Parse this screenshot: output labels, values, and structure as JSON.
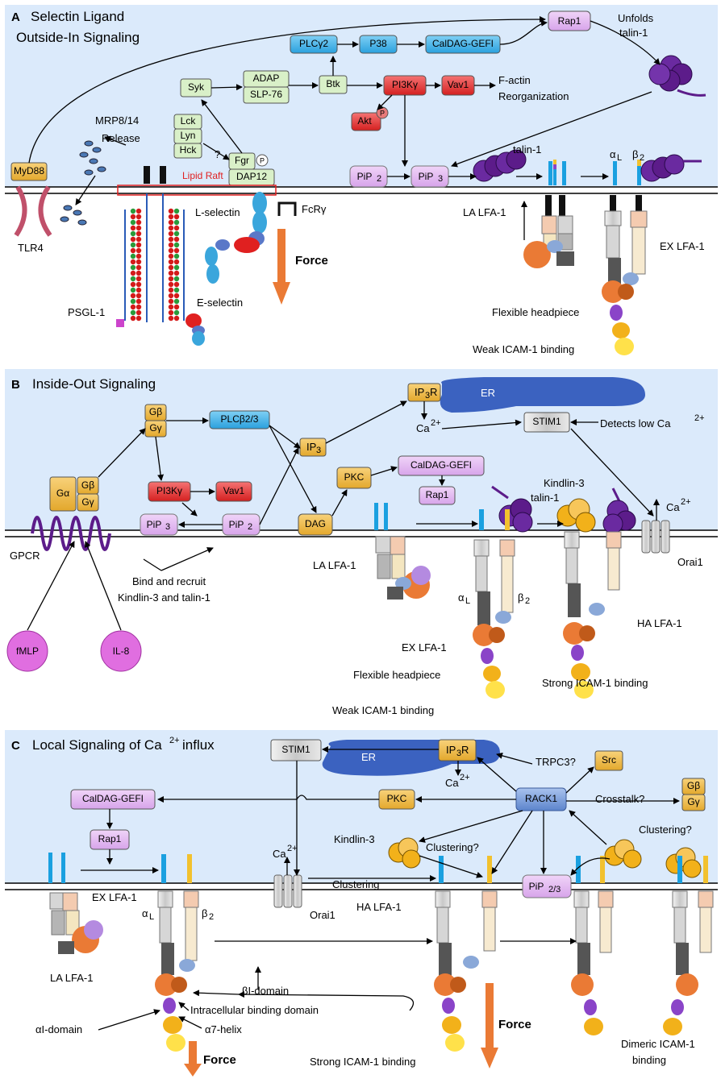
{
  "panels": {
    "a": {
      "letter": "A",
      "title_line1": "Selectin Ligand",
      "title_line2": "Outside-In Signaling",
      "nodes": {
        "rap1": "Rap1",
        "unfolds1": "Unfolds",
        "unfolds2": "talin-1",
        "plcg2": "PLCγ2",
        "p38": "P38",
        "caldag": "CalDAG-GEFI",
        "syk": "Syk",
        "adap": "ADAP",
        "slp76": "SLP-76",
        "btk": "Btk",
        "pi3k": "PI3Kγ",
        "vav1": "Vav1",
        "factin1": "F-actin",
        "factin2": "Reorganization",
        "akt": "Akt",
        "p": "P",
        "mrp1": "MRP8/14",
        "mrp2": "Release",
        "lck": "Lck",
        "lyn": "Lyn",
        "hck": "Hck",
        "question": "?",
        "fgr": "Fgr",
        "dap12": "DAP12",
        "myd88": "MyD88",
        "lipid_raft": "Lipid Raft",
        "pip2": "PiP",
        "pip2_sub": "2",
        "pip3": "PiP",
        "pip3_sub": "3",
        "talin1": "talin-1",
        "alpha_l": "α",
        "alpha_l_sub": "L",
        "beta2": "β",
        "beta2_sub": "2",
        "lselectin": "L-selectin",
        "fcr": "FcRγ",
        "tlr4": "TLR4",
        "force": "Force",
        "psgl1": "PSGL-1",
        "eselectin": "E-selectin",
        "la_lfa1": "LA LFA-1",
        "ex_lfa1": "EX LFA-1",
        "flex_head": "Flexible headpiece",
        "weak_icam": "Weak ICAM-1 binding"
      }
    },
    "b": {
      "letter": "B",
      "title": "Inside-Out Signaling",
      "nodes": {
        "ip3r": "IP",
        "ip3r_sub": "3",
        "ip3r_tail": "R",
        "er": "ER",
        "stim1": "STIM1",
        "detects": "Detects low Ca",
        "detects_sup": "2+",
        "ca": "Ca",
        "ca_sup": "2+",
        "gb": "Gβ",
        "gg": "Gγ",
        "plcb": "PLCβ2/3",
        "ip3": "IP",
        "ip3_sub": "3",
        "pkc": "PKC",
        "caldag": "CalDAG-GEFI",
        "ga": "Gα",
        "pi3k": "PI3Kγ",
        "vav1": "Vav1",
        "rap1": "Rap1",
        "kindlin3": "Kindlin-3",
        "talin1": "talin-1",
        "ca2": "Ca",
        "ca2_sup": "2+",
        "pip3": "PiP",
        "pip3_sub": "3",
        "pip2": "PiP",
        "pip2_sub": "2",
        "dag": "DAG",
        "gpcr": "GPCR",
        "orai1": "Orai1",
        "bind1": "Bind and recruit",
        "bind2": "Kindlin-3 and talin-1",
        "la_lfa1": "LA LFA-1",
        "alpha_l": "α",
        "alpha_l_sub": "L",
        "beta2": "β",
        "beta2_sub": "2",
        "ha_lfa1": "HA LFA-1",
        "fmlp": "fMLP",
        "il8": "IL-8",
        "ex_lfa1": "EX LFA-1",
        "flex_head": "Flexible headpiece",
        "strong_icam": "Strong ICAM-1 binding",
        "weak_icam": "Weak ICAM-1 binding"
      }
    },
    "c": {
      "letter": "C",
      "title": "Local Signaling of Ca",
      "title_sup": "2+",
      "title_tail": " influx",
      "nodes": {
        "stim1": "STIM1",
        "er": "ER",
        "ip3r": "IP",
        "ip3r_sub": "3",
        "ip3r_tail": "R",
        "trpc3": "TRPC3?",
        "src": "Src",
        "ca_er": "Ca",
        "ca_er_sup": "2+",
        "caldag": "CalDAG-GEFI",
        "pkc": "PKC",
        "rack1": "RACK1",
        "crosstalk": "Crosstalk?",
        "gb": "Gβ",
        "gg": "Gγ",
        "rap1": "Rap1",
        "kindlin3": "Kindlin-3",
        "clustering_q1": "Clustering?",
        "clustering_q2": "Clustering?",
        "ca": "Ca",
        "ca_sup": "2+",
        "clustering": "Clustering",
        "pip23": "PiP",
        "pip23_sub": "2/3",
        "ex_lfa1": "EX LFA-1",
        "orai1": "Orai1",
        "ha_lfa1": "HA LFA-1",
        "alpha_l": "α",
        "alpha_l_sub": "L",
        "beta2": "β",
        "beta2_sub": "2",
        "la_lfa1": "LA LFA-1",
        "bi_domain": "βI-domain",
        "intracellular": "Intracellular binding domain",
        "ai_domain": "αI-domain",
        "a7_helix": "α7-helix",
        "force1": "Force",
        "force2": "Force",
        "strong_icam": "Strong ICAM-1 binding",
        "dimeric1": "Dimeric ICAM-1",
        "dimeric2": "binding"
      }
    }
  },
  "colors": {
    "panel_bg": "#dbeafb",
    "green_box": "#d9f0c8",
    "blue_box": "#4fb3e6",
    "red_box": "#e83a3a",
    "purple_box": "#e0b6f0",
    "gold_box": "#f7c65a",
    "talin": "#5c1c8a",
    "kindlin": "#f2b11a",
    "er": "#3b62c0",
    "rack1": "#7b9fd8",
    "force_arrow": "#ea7a35"
  }
}
